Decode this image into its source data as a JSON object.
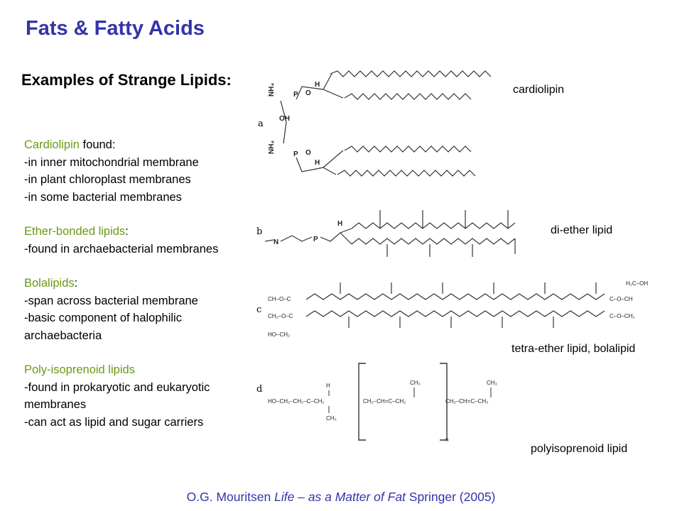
{
  "header": {
    "title": "Fats & Fatty Acids",
    "subtitle": "Examples of Strange Lipids:"
  },
  "notes": {
    "cardiolipin": {
      "heading": "Cardiolipin",
      "heading_suffix": " found:",
      "lines": [
        "-in inner mitochondrial membrane",
        "-in plant chloroplast membranes",
        "-in some bacterial membranes"
      ]
    },
    "ether": {
      "heading": "Ether-bonded lipids",
      "heading_suffix": ":",
      "lines": [
        "-found in archaebacterial membranes"
      ]
    },
    "bola": {
      "heading": "Bolalipids",
      "heading_suffix": ":",
      "lines": [
        "-span across bacterial membrane",
        "-basic component of halophilic archaebacteria"
      ]
    },
    "poly": {
      "heading": "Poly-isoprenoid lipids",
      "lines": [
        "-found in prokaryotic and eukaryotic membranes",
        "-can act as lipid and sugar carriers"
      ]
    }
  },
  "figure": {
    "panel_letters": [
      "a",
      "b",
      "c",
      "d"
    ],
    "labels": {
      "a": "cardiolipin",
      "b": "di-ether lipid",
      "c": "tetra-ether lipid, bolalipid",
      "d": "polyisoprenoid lipid"
    },
    "chem": {
      "nh4": "NH₄",
      "oh": "OH",
      "p": "P",
      "o": "O",
      "h": "H",
      "n": "N",
      "ch_o_c": "CH–O–C",
      "ch2_o_c": "CH₂–O–C",
      "ho_ch2": "HO–CH₂",
      "c_o_ch": "C–O–CH",
      "c_o_ch2": "C–O–CH₂",
      "h2c_oh": "H₂C–OH",
      "poly_head": "HO–CH₂–CH₂–C–CH₂",
      "poly_mid": "CH₂–CH=C–CH₂",
      "poly_tail": "CH₂–CH=C–CH₃",
      "ch3": "CH₃",
      "n_sub": "n"
    }
  },
  "citation": {
    "prefix": "O.G. Mouritsen ",
    "book": "Life – as a Matter of Fat",
    "suffix": "  Springer (2005)"
  }
}
